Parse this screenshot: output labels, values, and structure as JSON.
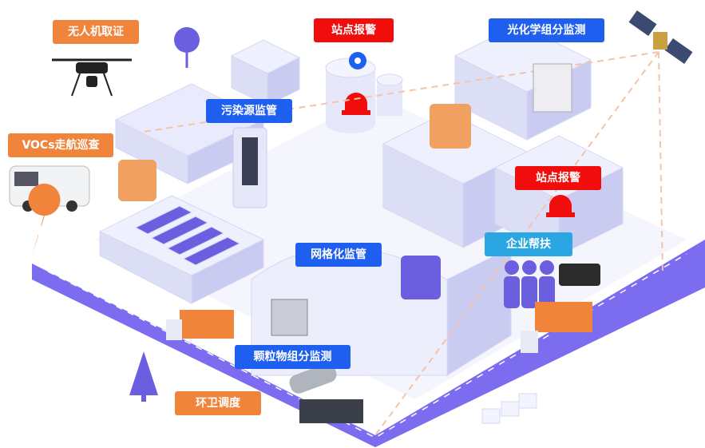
{
  "labels": {
    "drone": "无人机取证",
    "station_alarm_1": "站点报警",
    "photochemical": "光化学组分监测",
    "pollution_source": "污染源监管",
    "vocs": "VOCs走航巡查",
    "station_alarm_2": "站点报警",
    "grid": "网格化监管",
    "enterprise": "企业帮扶",
    "particulate": "颗粒物组分监测",
    "sanitation": "环卫调度"
  },
  "colors": {
    "orange": "#f0843b",
    "red": "#f20d0d",
    "blue": "#1f5ff0",
    "light_blue": "#2aa7e3",
    "road": "#7b6cf0",
    "building": "#eceefb"
  }
}
